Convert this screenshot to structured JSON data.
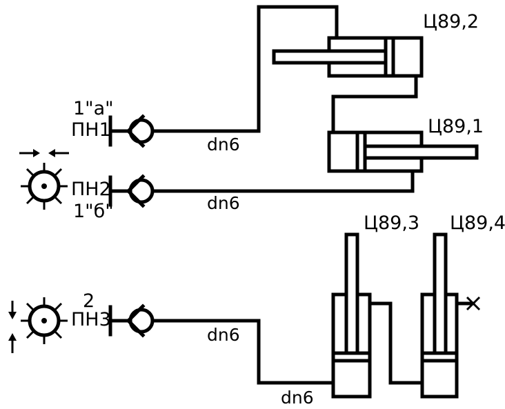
{
  "cylinders": {
    "c2": "Ц89,2",
    "c1": "Ц89,1",
    "c3": "Ц89,3",
    "c4": "Ц89,4"
  },
  "ports": {
    "p1": "ПН1",
    "p1_note": "1\"а\"",
    "p2": "ПН2",
    "p2_note": "1\"б\"",
    "p3": "ПН3",
    "p3_note": "2"
  },
  "pipes": {
    "a": "dn6",
    "b": "dn6",
    "c": "dn6",
    "d": "dn6"
  },
  "icons": {
    "handwheel": "handwheel-icon",
    "check_valve": "check-valve-icon",
    "cylinder": "hydraulic-cylinder-icon",
    "plug": "plug-x-icon"
  }
}
